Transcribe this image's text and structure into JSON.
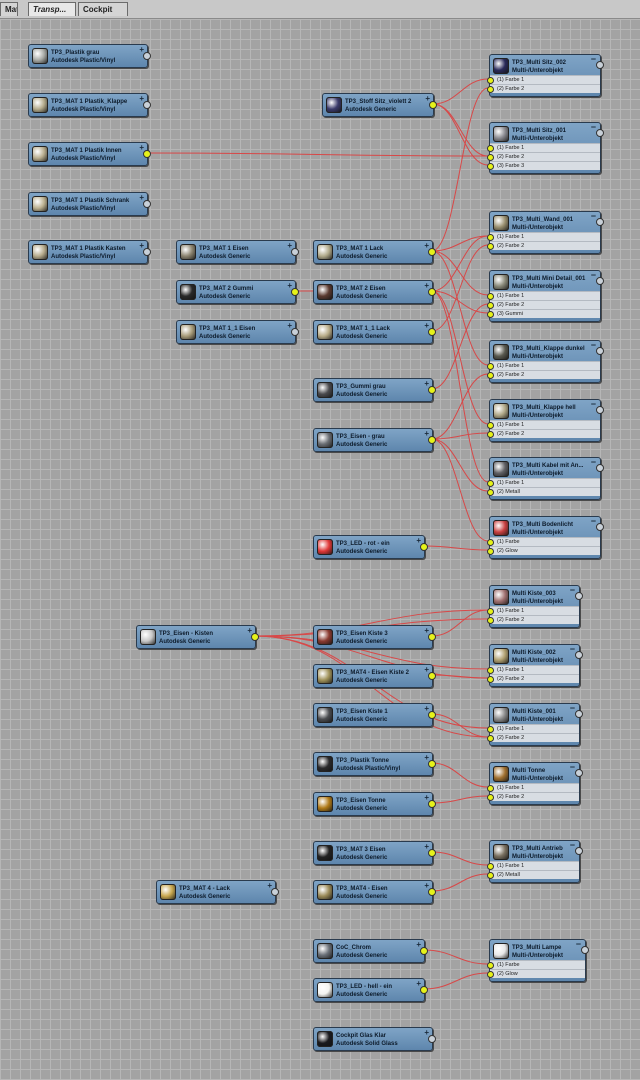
{
  "tabs": [
    {
      "label": "Materiall..."
    },
    {
      "label": "Transp..."
    },
    {
      "label": "Cockpit"
    }
  ],
  "nodes": {
    "plastik_grau": {
      "name": "TP3_Plastik grau",
      "type": "Autodesk Plastic/Vinyl",
      "color": "#a8aaa6"
    },
    "plastik_klappe": {
      "name": "TP3_MAT 1 Plastik_Klappe",
      "type": "Autodesk Plastic/Vinyl",
      "color": "#b4ab8c"
    },
    "plastik_innen": {
      "name": "TP3_MAT 1 Plastik Innen",
      "type": "Autodesk Plastic/Vinyl",
      "color": "#b8ad8e"
    },
    "plastik_schrank": {
      "name": "TP3_MAT 1 Plastik Schrank",
      "type": "Autodesk Plastic/Vinyl",
      "color": "#bcb190"
    },
    "plastik_kasten": {
      "name": "TP3_MAT 1 Plastik Kasten",
      "type": "Autodesk Plastic/Vinyl",
      "color": "#b6ab8c"
    },
    "mat1_eisen": {
      "name": "TP3_MAT 1 Eisen",
      "type": "Autodesk Generic",
      "color": "#8c8470"
    },
    "mat2_gummi": {
      "name": "TP3_MAT 2 Gummi",
      "type": "Autodesk Generic",
      "color": "#2a2a2a"
    },
    "mat1_1_eisen": {
      "name": "TP3_MAT 1_1 Eisen",
      "type": "Autodesk Generic",
      "color": "#a89c7a"
    },
    "stoff_sitz": {
      "name": "TP3_Stoff Sitz_violett 2",
      "type": "Autodesk Generic",
      "color": "#3a3a6a"
    },
    "mat1_lack": {
      "name": "TP3_MAT 1 Lack",
      "type": "Autodesk Generic",
      "color": "#b0a98a"
    },
    "mat2_eisen": {
      "name": "TP3_MAT 2 Eisen",
      "type": "Autodesk Generic",
      "color": "#5a3a30"
    },
    "mat1_1_lack": {
      "name": "TP3_MAT 1_1 Lack",
      "type": "Autodesk Generic",
      "color": "#b8ac88"
    },
    "gummi_grau": {
      "name": "TP3_Gummi grau",
      "type": "Autodesk Generic",
      "color": "#4a4a4e"
    },
    "eisen_grau": {
      "name": "TP3_Eisen - grau",
      "type": "Autodesk Generic",
      "color": "#6a6e74"
    },
    "led_rot": {
      "name": "TP3_LED - rot - ein",
      "type": "Autodesk Generic",
      "color": "#e03838"
    },
    "eisen_kisten": {
      "name": "TP3_Eisen - Kisten",
      "type": "Autodesk Generic",
      "color": "#c8c8c8"
    },
    "eisen_kiste3": {
      "name": "TP3_Eisen Kiste 3",
      "type": "Autodesk Generic",
      "color": "#8a3a30"
    },
    "mat4_kiste2": {
      "name": "TP3_MAT4 - Eisen Kiste 2",
      "type": "Autodesk Generic",
      "color": "#a0925a"
    },
    "eisen_kiste1": {
      "name": "TP3_Eisen Kiste 1",
      "type": "Autodesk Generic",
      "color": "#4a4c50"
    },
    "plastik_tonne": {
      "name": "TP3_Plastik Tonne",
      "type": "Autodesk Plastic/Vinyl",
      "color": "#2a2a2c"
    },
    "eisen_tonne": {
      "name": "TP3_Eisen Tonne",
      "type": "Autodesk Generic",
      "color": "#b07a18"
    },
    "mat3_eisen": {
      "name": "TP3_MAT 3 Eisen",
      "type": "Autodesk Generic",
      "color": "#222222"
    },
    "mat4_eisen": {
      "name": "TP3_MAT4 - Eisen",
      "type": "Autodesk Generic",
      "color": "#9a8a58"
    },
    "mat4_lack": {
      "name": "TP3_MAT 4 - Lack",
      "type": "Autodesk Generic",
      "color": "#c8a850"
    },
    "coc_chrom": {
      "name": "CoC_Chrom",
      "type": "Autodesk Generic",
      "color": "#6a7078"
    },
    "led_hell": {
      "name": "TP3_LED - hell - ein",
      "type": "Autodesk Generic",
      "color": "#f4f4f0"
    },
    "glas_klar": {
      "name": "Cockpit Glas Klar",
      "type": "Autodesk Solid Glass",
      "color": "#1a1a1e"
    },
    "multi_sitz_002": {
      "name": "TP3_Multi Sitz_002",
      "type": "Multi-/Unterobjekt",
      "color": "#2a2a5a",
      "slots": [
        "(1) Farbe 1",
        "(2) Farbe 2"
      ]
    },
    "multi_sitz_001": {
      "name": "TP3_Multi Sitz_001",
      "type": "Multi-/Unterobjekt",
      "color": "#8a8a90",
      "slots": [
        "(1) Farbe 1",
        "(2) Farbe 2",
        "(3) Farbe 3"
      ]
    },
    "multi_wand": {
      "name": "TP3_Multi_Wand_001",
      "type": "Multi-/Unterobjekt",
      "color": "#9a9070",
      "slots": [
        "(1) Farbe 1",
        "(2) Farbe 2"
      ]
    },
    "multi_mini": {
      "name": "TP3_Multi Mini Detail_001",
      "type": "Multi-/Unterobjekt",
      "color": "#8a8a7a",
      "slots": [
        "(1) Farbe 1",
        "(2) Farbe 2",
        "(3) Gummi"
      ]
    },
    "multi_klappe_dunkel": {
      "name": "TP3_Multi_Klappe dunkel",
      "type": "Multi-/Unterobjekt",
      "color": "#5a5a50",
      "slots": [
        "(1) Farbe 1",
        "(2) Farbe 2"
      ]
    },
    "multi_klappe_hell": {
      "name": "TP3_Multi_Klappe hell",
      "type": "Multi-/Unterobjekt",
      "color": "#b0a888",
      "slots": [
        "(1) Farbe 1",
        "(2) Farbe 2"
      ]
    },
    "multi_kabel": {
      "name": "TP3_Multi Kabel mit An...",
      "type": "Multi-/Unterobjekt",
      "color": "#606064",
      "slots": [
        "(1) Farbe 1",
        "(2) Metall"
      ]
    },
    "multi_boden": {
      "name": "TP3_Multi Bodenlicht",
      "type": "Multi-/Unterobjekt",
      "color": "#c84040",
      "slots": [
        "(1) Farbe",
        "(2) Glow"
      ]
    },
    "multi_kiste_003": {
      "name": "Multi Kiste_003",
      "type": "Multi-/Unterobjekt",
      "color": "#a07070",
      "slots": [
        "(1) Farbe 1",
        "(2) Farbe 2"
      ]
    },
    "multi_kiste_002": {
      "name": "Multi Kiste_002",
      "type": "Multi-/Unterobjekt",
      "color": "#b0a070",
      "slots": [
        "(1) Farbe 1",
        "(2) Farbe 2"
      ]
    },
    "multi_kiste_001": {
      "name": "Multi Kiste_001",
      "type": "Multi-/Unterobjekt",
      "color": "#8a8a8a",
      "slots": [
        "(1) Farbe 1",
        "(2) Farbe 2"
      ]
    },
    "multi_tonne": {
      "name": "Multi Tonne",
      "type": "Multi-/Unterobjekt",
      "color": "#a07030",
      "slots": [
        "(1) Farbe 1",
        "(2) Farbe 2"
      ]
    },
    "multi_antrieb": {
      "name": "TP3_Multi Antrieb",
      "type": "Multi-/Unterobjekt",
      "color": "#7a7060",
      "slots": [
        "(1) Farbe 1",
        "(2) Metall"
      ]
    },
    "multi_lampe": {
      "name": "TP3_Multi Lampe",
      "type": "Multi-/Unterobjekt",
      "color": "#e8e8e8",
      "slots": [
        "(1) Farbe",
        "(2) Glow"
      ]
    }
  },
  "colors": {
    "wire": "#d84848",
    "port": "#e6f21a",
    "node_header": "#6f96bb",
    "canvas": "#a3a3a3"
  }
}
